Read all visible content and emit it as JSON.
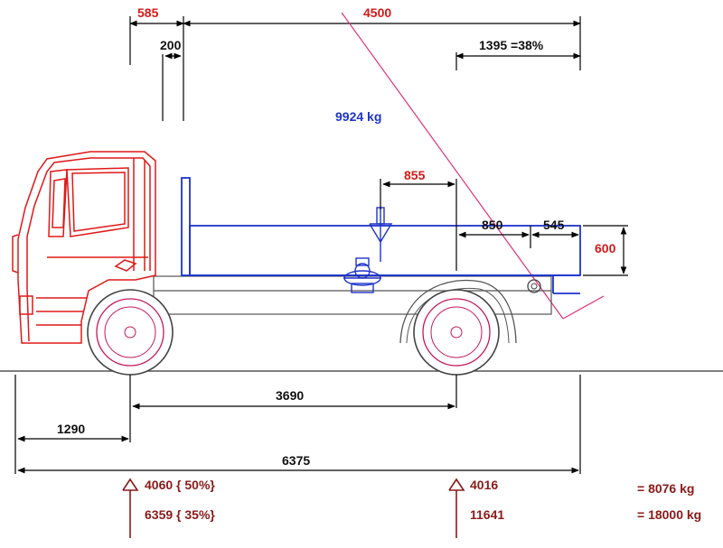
{
  "dimensions": {
    "d585": "585",
    "d4500": "4500",
    "d200": "200",
    "d1395": "1395 =38%",
    "load_kg": "9924 kg",
    "d855": "855",
    "d850": "850",
    "d545": "545",
    "d600": "600",
    "d3690": "3690",
    "d1290": "1290",
    "d6375": "6375"
  },
  "axles": {
    "front_empty": "4060 { 50%}",
    "front_loaded": "6359 { 35%}",
    "rear_empty": "4016",
    "rear_loaded": "11641"
  },
  "totals": {
    "empty": "= 8076 kg",
    "loaded": "= 18000 kg"
  },
  "colors": {
    "cab": "#e01818",
    "body": "#1f33cc",
    "chassis": "#555555",
    "wheel": "#c2185b",
    "cg_line": "#e0307a",
    "label_red": "#d41a1a",
    "label_dark": "#8a1a1a"
  }
}
